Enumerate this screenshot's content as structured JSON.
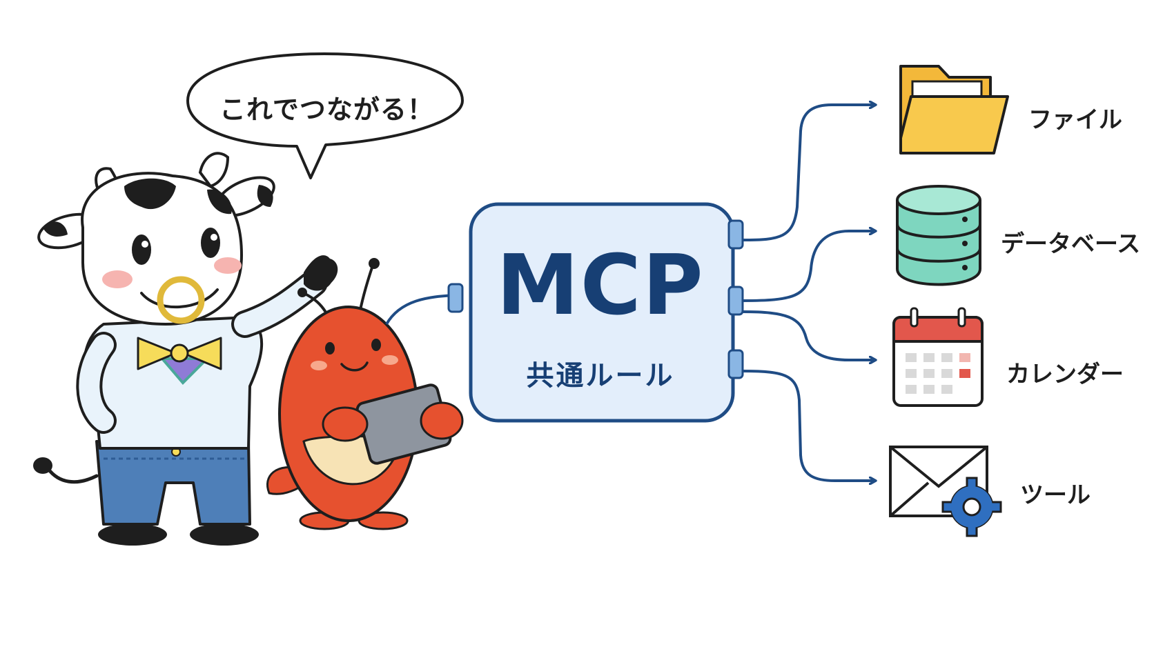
{
  "speech_bubble": {
    "text": "これでつながる！"
  },
  "hub": {
    "title": "MCP",
    "subtitle": "共通ルール"
  },
  "resources": [
    {
      "label": "ファイル",
      "icon": "folder-icon"
    },
    {
      "label": "データベース",
      "icon": "database-icon"
    },
    {
      "label": "カレンダー",
      "icon": "calendar-icon"
    },
    {
      "label": "ツール",
      "icon": "mail-gear-icon"
    }
  ],
  "characters": [
    {
      "icon": "cow-mascot"
    },
    {
      "icon": "lobster-mascot"
    }
  ],
  "colors": {
    "hub_fill": "#e3eefb",
    "hub_stroke": "#1f4c85",
    "text_dark": "#173f74",
    "connector": "#1f4c85",
    "port": "#8ab6e4",
    "folder": "#f8c94d",
    "database": "#7ed6bf",
    "calendar_header": "#e2574c",
    "gear": "#2f6fc0",
    "lobster": "#e6512f",
    "cow_shirt": "#e9f3fb",
    "jeans": "#4e7fb8",
    "bowtie": "#f6dc5a"
  }
}
